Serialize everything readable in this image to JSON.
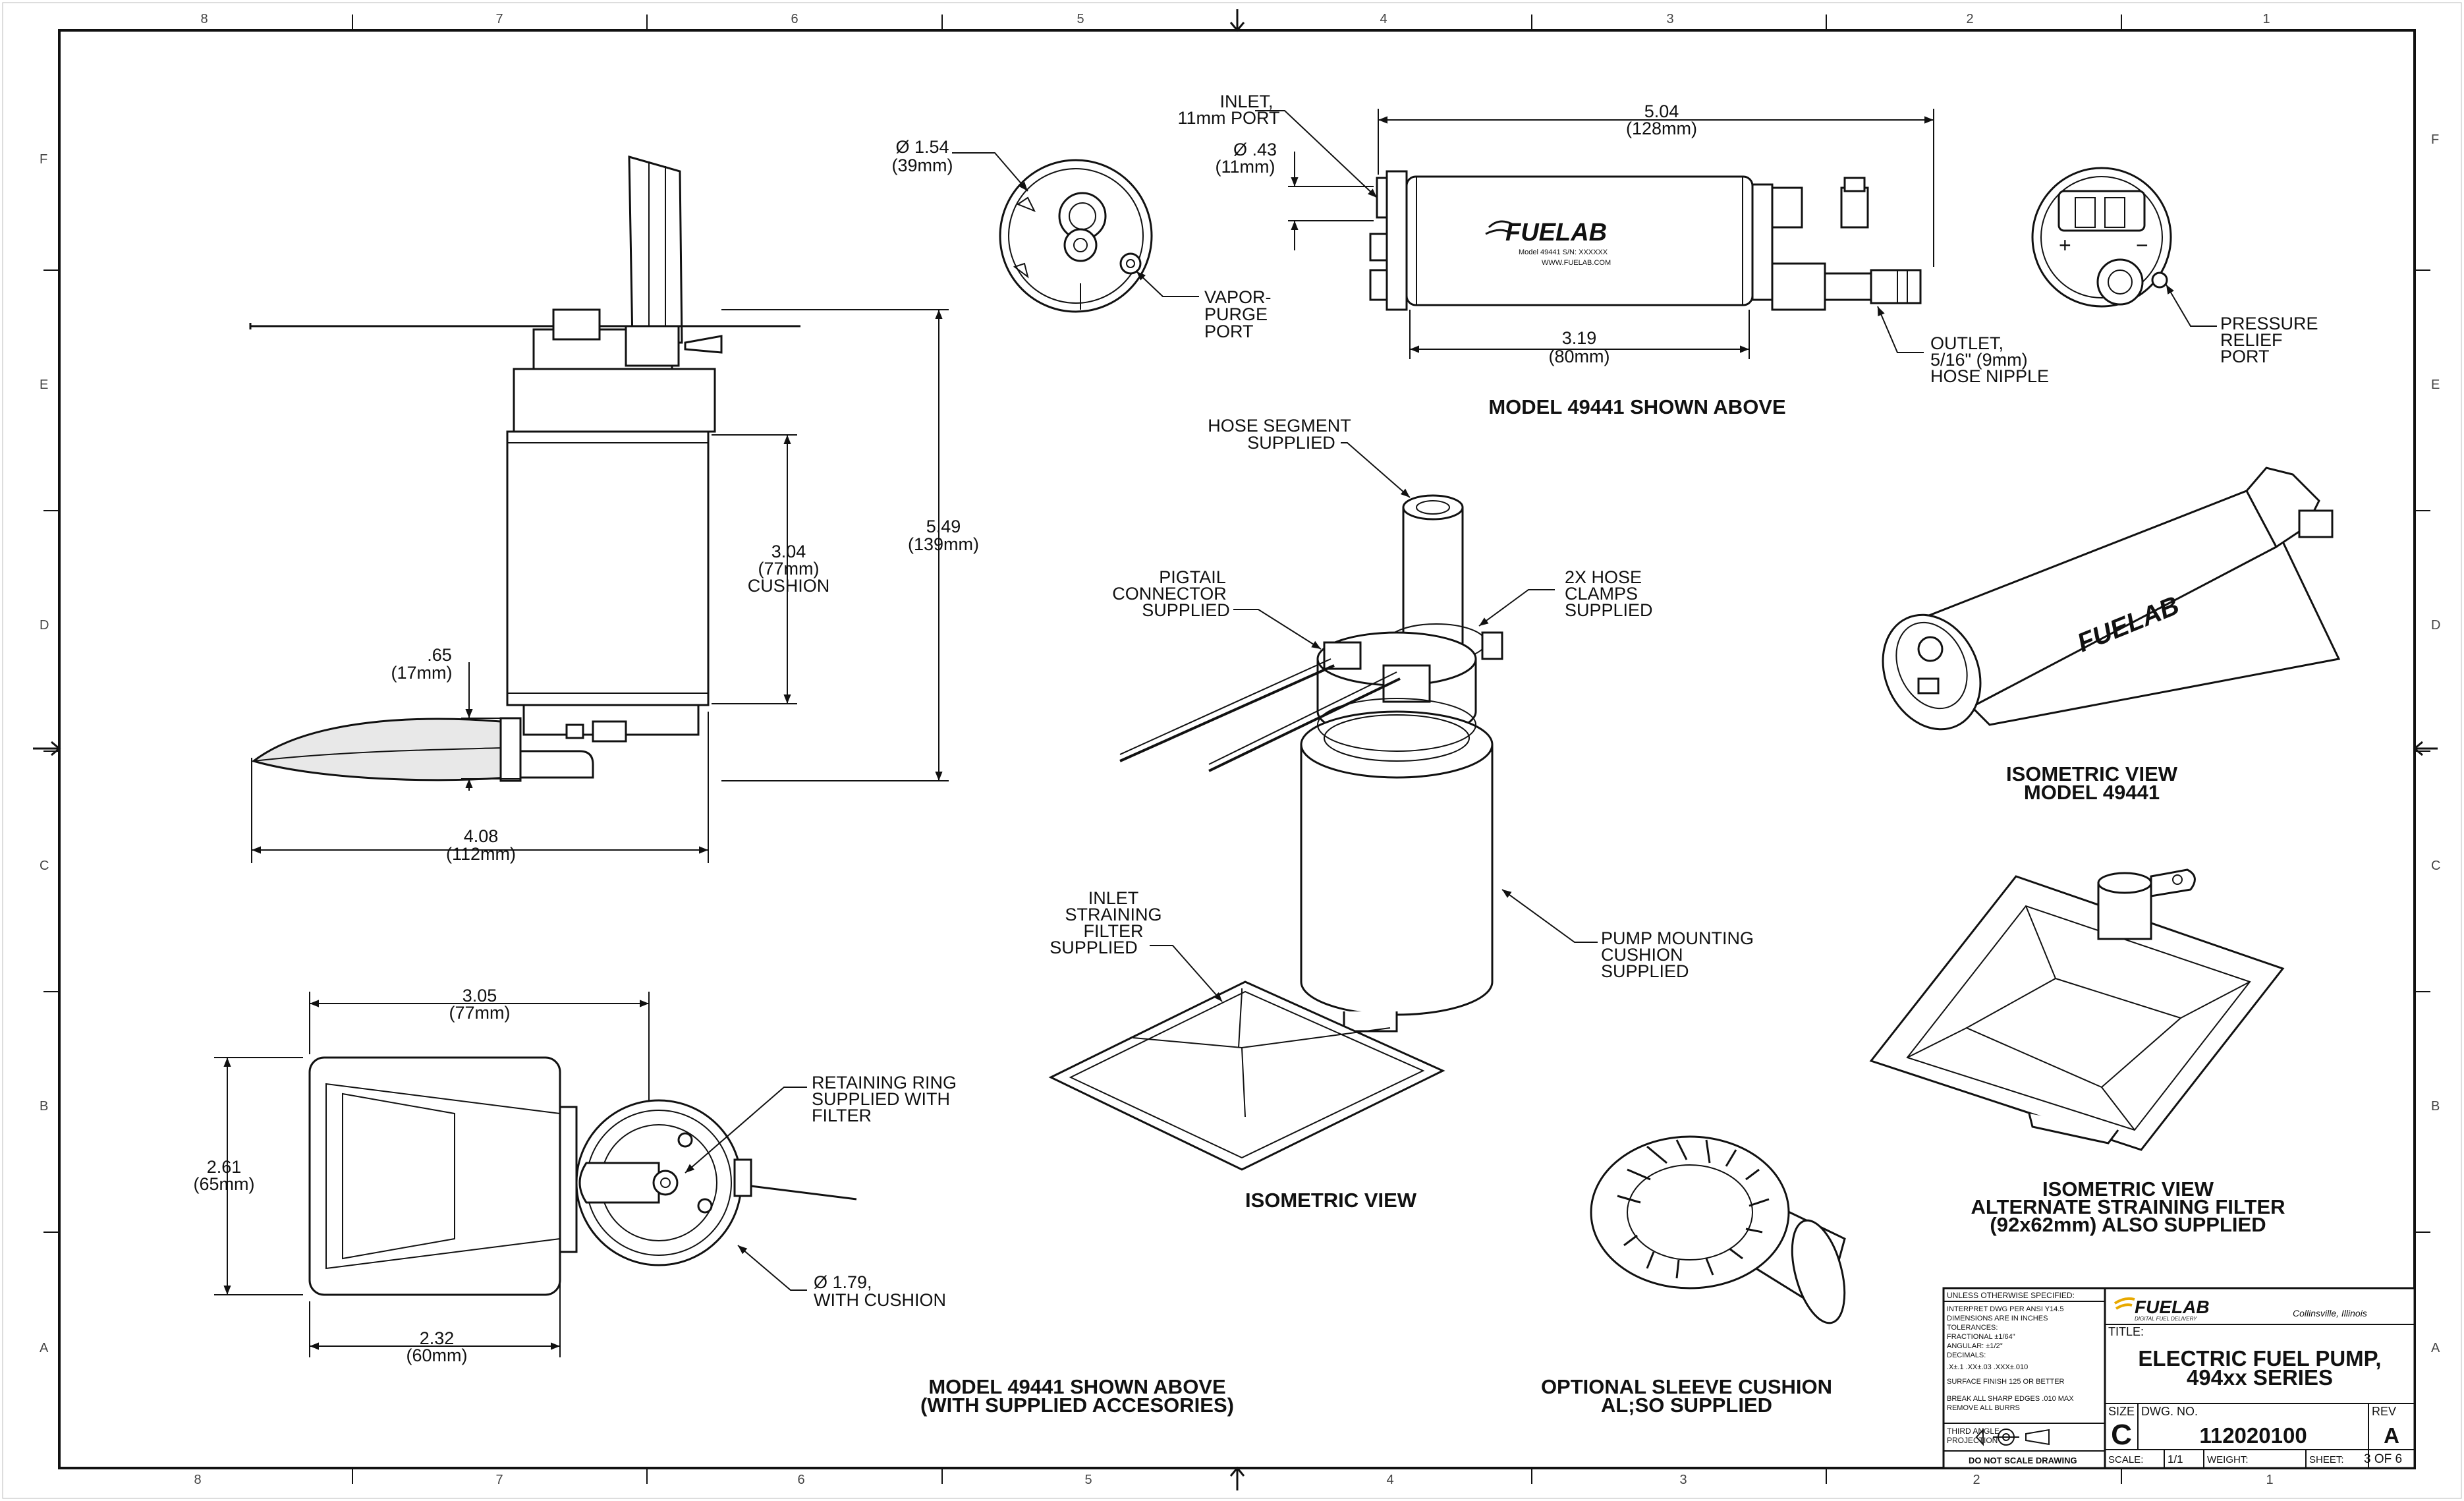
{
  "border": {
    "columns": [
      "8",
      "7",
      "6",
      "5",
      "4",
      "3",
      "2",
      "1"
    ],
    "rows": [
      "F",
      "E",
      "D",
      "C",
      "B",
      "A"
    ]
  },
  "front_view": {
    "dims": {
      "overall_height": [
        "5.49",
        "(139mm)"
      ],
      "cushion": [
        "3.04",
        "(77mm)",
        "CUSHION"
      ],
      "filter_height": [
        ".65",
        "(17mm)"
      ],
      "overall_width": [
        "4.08",
        "(112mm)"
      ]
    }
  },
  "end_view": {
    "dia": [
      "Ø 1.54",
      "(39mm)"
    ],
    "vapor": [
      "VAPOR-",
      "PURGE",
      "PORT"
    ]
  },
  "side_view": {
    "inlet": [
      "INLET,",
      "11mm PORT"
    ],
    "inlet_dia": [
      "Ø .43",
      "(11mm)"
    ],
    "length": [
      "5.04",
      "(128mm)"
    ],
    "body": [
      "3.19",
      "(80mm)"
    ],
    "outlet": [
      "OUTLET,",
      "5/16\" (9mm)",
      "HOSE NIPPLE"
    ],
    "brand": "FUELAB",
    "model_line": "Model 49441     S/N: XXXXXX",
    "web": "WWW.FUELAB.COM",
    "caption": "MODEL 49441 SHOWN ABOVE"
  },
  "top_end_view": {
    "pressure": [
      "PRESSURE",
      "RELIEF",
      "PORT"
    ],
    "plus": "+",
    "minus": "−"
  },
  "center_iso": {
    "hose": [
      "HOSE SEGMENT",
      "SUPPLIED"
    ],
    "pigtail": [
      "PIGTAIL",
      "CONNECTOR",
      "SUPPLIED"
    ],
    "clamps": [
      "2X HOSE",
      "CLAMPS",
      "SUPPLIED"
    ],
    "cushion": [
      "PUMP MOUNTING",
      "CUSHION",
      "SUPPLIED"
    ],
    "filter": [
      "INLET",
      "STRAINING",
      "FILTER",
      "SUPPLIED"
    ],
    "caption": "ISOMETRIC VIEW"
  },
  "right_iso": {
    "brand": "FUELAB",
    "caption": [
      "ISOMETRIC VIEW",
      "MODEL 49441"
    ]
  },
  "bottom_view": {
    "width": [
      "3.05",
      "(77mm)"
    ],
    "height": [
      "2.61",
      "(65mm)"
    ],
    "bottom_width": [
      "2.32",
      "(60mm)"
    ],
    "ring": [
      "RETAINING RING",
      "SUPPLIED WITH",
      "FILTER"
    ],
    "dia": [
      "Ø 1.79,",
      "WITH CUSHION"
    ],
    "caption": [
      "MODEL 49441 SHOWN ABOVE",
      "(WITH SUPPLIED ACCESORIES)"
    ]
  },
  "sleeve": {
    "caption": [
      "OPTIONAL SLEEVE CUSHION",
      "AL;SO SUPPLIED"
    ]
  },
  "alt_filter": {
    "caption": [
      "ISOMETRIC VIEW",
      "ALTERNATE STRAINING FILTER",
      "(92x62mm) ALSO SUPPLIED"
    ]
  },
  "title_block": {
    "spec_header": "UNLESS OTHERWISE SPECIFIED:",
    "spec_lines": [
      "INTERPRET DWG PER ANSI Y14.5",
      "DIMENSIONS ARE IN INCHES",
      "TOLERANCES:",
      "FRACTIONAL ±1/64\"",
      "ANGULAR: ±1/2°",
      "DECIMALS:",
      ".X±.1  .XX±.03  .XXX±.010",
      "SURFACE FINISH  125  OR BETTER",
      "BREAK ALL SHARP EDGES .010 MAX",
      "REMOVE ALL BURRS"
    ],
    "projection": [
      "THIRD ANGLE",
      "PROJECTION"
    ],
    "no_scale": "DO NOT SCALE DRAWING",
    "company": "FUELAB",
    "company_tag": "DIGITAL FUEL DELIVERY",
    "location": "Collinsville, Illinois",
    "title_label": "TITLE:",
    "title": [
      "ELECTRIC FUEL PUMP,",
      "494xx SERIES"
    ],
    "size_label": "SIZE",
    "size": "C",
    "dwg_label": "DWG. NO.",
    "dwg_no": "112020100",
    "rev_label": "REV",
    "rev": "A",
    "scale_label": "SCALE:",
    "scale": "1/1",
    "weight_label": "WEIGHT:",
    "sheet_label": "SHEET:",
    "sheet": "3 OF 6"
  }
}
